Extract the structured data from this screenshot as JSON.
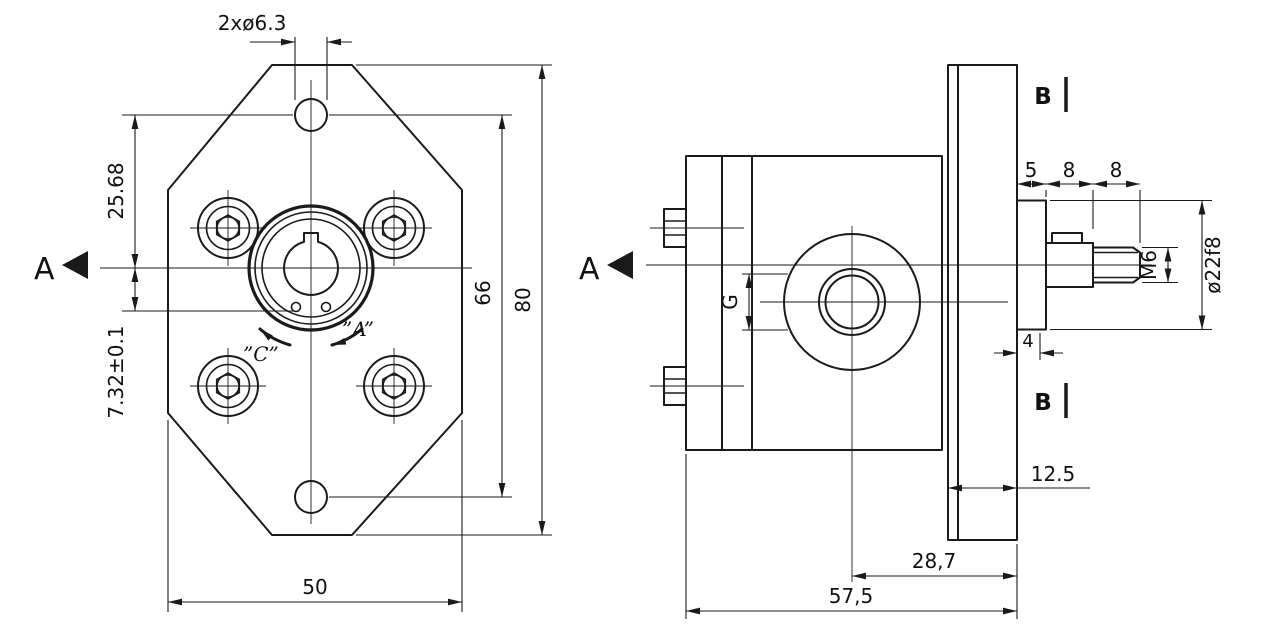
{
  "front": {
    "view_label": "A",
    "dim_top_holes": "2xø6.3",
    "dim_upper_offset": "25.68",
    "dim_lower_offset": "7.32±0.1",
    "dim_hole_spacing": "66",
    "dim_height": "80",
    "dim_width": "50",
    "port_a": "”A”",
    "port_c": "”C”"
  },
  "side": {
    "view_label": "A",
    "section_top": "B",
    "section_bottom": "B",
    "dim_step": "5",
    "dim_shaft_len": "8",
    "dim_thread_len": "8",
    "dim_port": "G",
    "dim_thread": "M6",
    "dim_pilot_dia": "ø22f8",
    "dim_groove": "4",
    "dim_flange_thk": "12.5",
    "dim_center_to_face": "28,7",
    "dim_total_len": "57,5"
  },
  "colors": {
    "line": "#1a1a1a",
    "background": "#ffffff"
  }
}
